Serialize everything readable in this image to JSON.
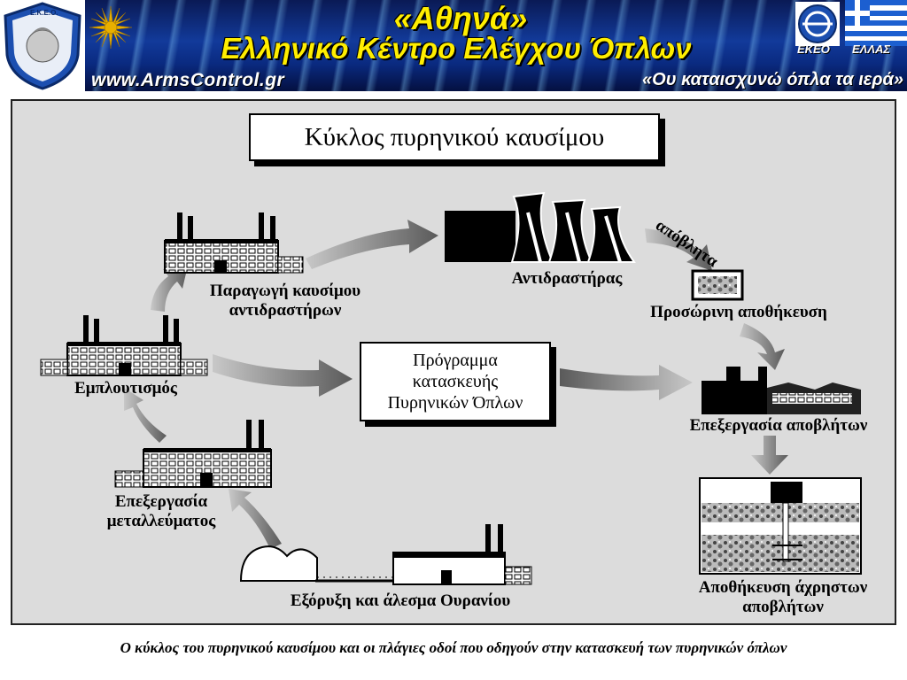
{
  "banner": {
    "title": "«Αθηνά»",
    "subtitle": "Ελληνικό Κέντρο Ελέγχου Όπλων",
    "url": "www.ArmsControl.gr",
    "motto": "«Ου καταισχυνώ όπλα τα ιερά»",
    "badge_ekeo": "ΕΚΕΟ",
    "badge_country": "ΕΛΛΑΣ",
    "emblem_text": "Ε.Κ.Ε.Ο."
  },
  "diagram": {
    "title": "Κύκλος πυρηνικού καυσίμου",
    "center_box": [
      "Πρόγραμμα",
      "κατασκευής",
      "Πυρηνικών Όπλων"
    ],
    "nodes": {
      "fuel_production": [
        "Παραγωγή καυσίμου",
        "αντιδραστήρων"
      ],
      "reactor": "Αντιδραστήρας",
      "waste_arrow": "απόβλητα",
      "interim_storage": "Προσώρινη αποθήκευση",
      "enrichment": "Εμπλουτισμός",
      "waste_processing": "Επεξεργασία αποβλήτων",
      "ore_processing": [
        "Επεξεργασία",
        "μεταλλεύματος"
      ],
      "mining": "Εξόρυξη και άλεσμα Ουρανίου",
      "disposal": [
        "Αποθήκευση άχρηστων",
        "αποβλήτων"
      ]
    }
  },
  "caption": "Ο κύκλος του πυρηνικού καυσίμου και οι πλάγιες οδοί που οδηγούν στην κατασκευή των πυρηνικών όπλων",
  "colors": {
    "banner_text": "#ffee00",
    "banner_bg": "#123a9a",
    "panel_bg": "#dcdcdc",
    "arrow": "#6e6e6e"
  }
}
